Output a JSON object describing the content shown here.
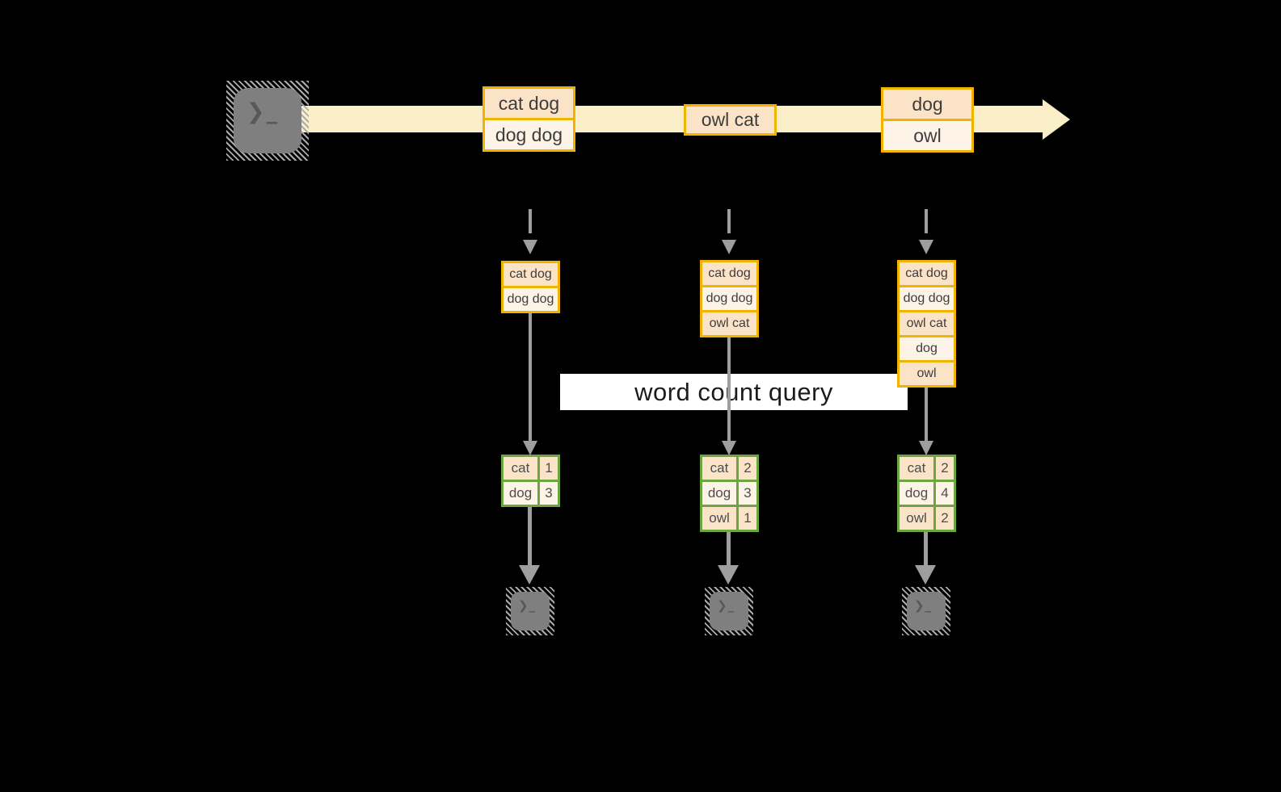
{
  "colors": {
    "orange-border": "#F0B400",
    "peach-dark": "#FBE3C8",
    "peach-light": "#FDF3E6",
    "stream-yellow": "#FAEFC9",
    "green-border": "#6CA640",
    "green-dark": "#DFE7D4",
    "green-light": "#EEF2E8",
    "arrow-gray": "#9E9E9E",
    "terminal-gray": "#7F7F7F",
    "label-bg": "#FFFFFF",
    "background": "#000000",
    "text-dark": "#3D3D3D"
  },
  "prompt_glyph": "❯_",
  "query_label": "word count query",
  "stream": {
    "events": [
      {
        "rows": [
          "cat dog",
          "dog dog"
        ]
      },
      {
        "rows": [
          "owl cat"
        ]
      },
      {
        "rows": [
          "dog",
          "owl"
        ]
      }
    ]
  },
  "columns": [
    {
      "buffer_rows": [
        "cat dog",
        "dog dog"
      ],
      "counts": [
        {
          "word": "cat",
          "n": "1"
        },
        {
          "word": "dog",
          "n": "3"
        }
      ]
    },
    {
      "buffer_rows": [
        "cat dog",
        "dog dog",
        "owl cat"
      ],
      "counts": [
        {
          "word": "cat",
          "n": "2"
        },
        {
          "word": "dog",
          "n": "3"
        },
        {
          "word": "owl",
          "n": "1"
        }
      ]
    },
    {
      "buffer_rows": [
        "cat dog",
        "dog dog",
        "owl cat",
        "dog",
        "owl"
      ],
      "counts": [
        {
          "word": "cat",
          "n": "2"
        },
        {
          "word": "dog",
          "n": "4"
        },
        {
          "word": "owl",
          "n": "2"
        }
      ]
    }
  ]
}
